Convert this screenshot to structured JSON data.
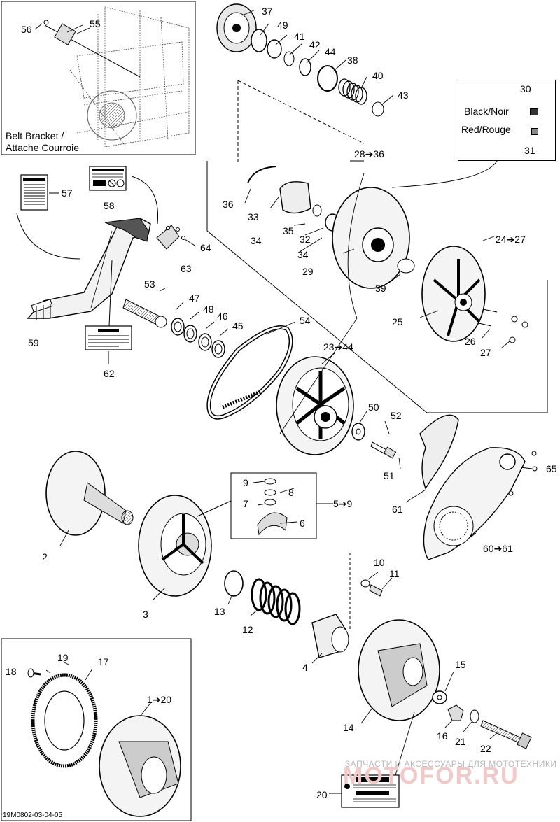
{
  "diagram_code": "19M0802-03-04-05",
  "inset_caption_line1": "Belt Bracket /",
  "inset_caption_line2": "Attache Courroie",
  "legend": {
    "top_number": "30",
    "black": "Black/Noir",
    "red": "Red/Rouge",
    "bottom_number": "31"
  },
  "watermark_text": "ЗАПЧАСТИ И АКСЕССУАРЫ ДЛЯ МОТОТЕХНИКИ",
  "watermark_logo": "MOTOFOR.RU",
  "labels": {
    "l1_20": "1➔20",
    "l2": "2",
    "l3": "3",
    "l4": "4",
    "l5_9": "5➔9",
    "l6": "6",
    "l7": "7",
    "l8": "8",
    "l9": "9",
    "l10": "10",
    "l11": "11",
    "l12": "12",
    "l13": "13",
    "l14": "14",
    "l15": "15",
    "l16": "16",
    "l17": "17",
    "l18": "18",
    "l19": "19",
    "l20": "20",
    "l21": "21",
    "l22": "22",
    "l23_44": "23➔44",
    "l24_27": "24➔27",
    "l25": "25",
    "l26": "26",
    "l27": "27",
    "l28_36": "28➔36",
    "l29": "29",
    "l32": "32",
    "l33": "33",
    "l34a": "34",
    "l34b": "34",
    "l35": "35",
    "l36": "36",
    "l37": "37",
    "l38": "38",
    "l39": "39",
    "l40": "40",
    "l41": "41",
    "l42": "42",
    "l43": "43",
    "l44": "44",
    "l45": "45",
    "l46": "46",
    "l47": "47",
    "l48": "48",
    "l49": "49",
    "l50": "50",
    "l51": "51",
    "l52": "52",
    "l53": "53",
    "l54": "54",
    "l55": "55",
    "l56": "56",
    "l57": "57",
    "l58": "58",
    "l59": "59",
    "l60_61": "60➔61",
    "l61": "61",
    "l62": "62",
    "l63": "63",
    "l64": "64",
    "l65": "65"
  }
}
